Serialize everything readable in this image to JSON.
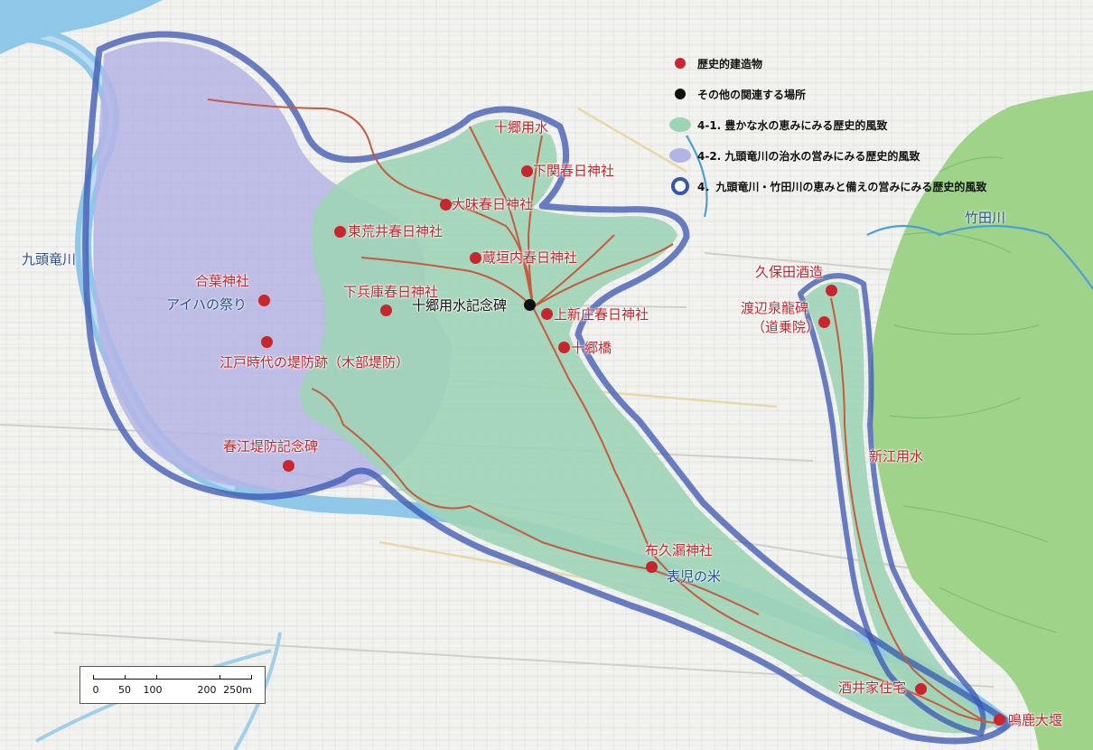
{
  "legend": {
    "items": [
      {
        "symbol": "red-dot",
        "label": "歴史的建造物",
        "color": "#c8262c"
      },
      {
        "symbol": "black-dot",
        "label": "その他の関連する場所",
        "color": "#111111"
      },
      {
        "symbol": "green-area",
        "label": "4-1. 豊かな水の恵みにみる歴史的風致",
        "color": "#9ed4b6"
      },
      {
        "symbol": "purple-area",
        "label": "4-2. 九頭竜川の治水の営みにみる歴史的風致",
        "color": "#b4b4e4"
      },
      {
        "symbol": "blue-ring",
        "label": "4．九頭竜川・竹田川の恵みと備えの営みにみる歴史的風致",
        "color": "#3a55b0"
      }
    ]
  },
  "places": {
    "red": [
      {
        "label": "下関春日神社"
      },
      {
        "label": "大味春日神社"
      },
      {
        "label": "東荒井春日神社"
      },
      {
        "label": "蔵垣内春日神社"
      },
      {
        "label": "下兵庫春日神社"
      },
      {
        "label": "上新庄春日神社"
      },
      {
        "label": "十郷橋"
      },
      {
        "label": "合葉神社"
      },
      {
        "label": "江戸時代の堤防跡（木部堤防）"
      },
      {
        "label": "春江堤防記念碑"
      },
      {
        "label": "布久漏神社"
      },
      {
        "label": "久保田酒造"
      },
      {
        "label": "渡辺泉龍碑"
      },
      {
        "label": "酒井家住宅"
      },
      {
        "label": "鳴鹿大堰"
      }
    ],
    "black": [
      {
        "label": "十郷用水記念碑"
      }
    ]
  },
  "annotations": {
    "aiha_festival": "アイハの祭り",
    "dojoin": "（道乗院）",
    "omote_rice": "表児の米",
    "jugo_canal": "十郷用水",
    "shine_canal": "新江用水"
  },
  "rivers": {
    "kuzuryu": "九頭竜川",
    "takeda": "竹田川"
  },
  "scale": {
    "ticks": [
      "0",
      "50",
      "100",
      "200",
      "250m"
    ]
  },
  "colors": {
    "green_area": "#9ed4b6",
    "purple_area": "#b4b4e4",
    "blue_outline": "#3a55b0",
    "canal": "#c75a3f",
    "forest": "#9fd38a",
    "river": "#8fc7e8"
  }
}
